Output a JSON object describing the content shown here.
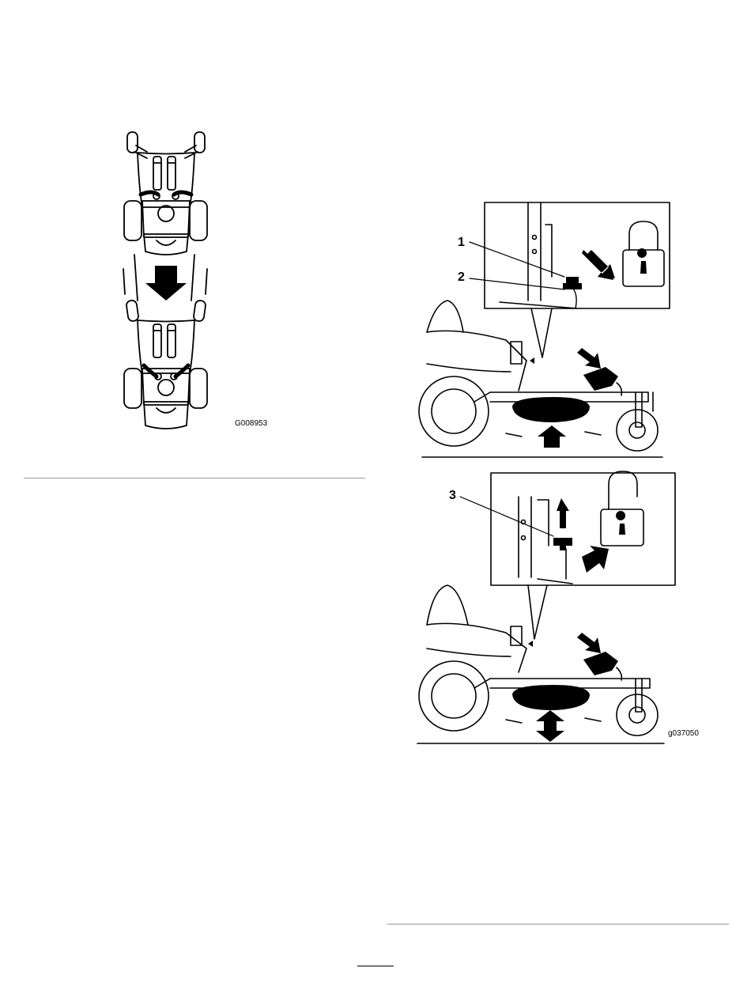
{
  "figures": {
    "left": {
      "code": "G008953"
    },
    "right": {
      "code": "g037050",
      "callouts": [
        "1",
        "2",
        "3"
      ]
    }
  }
}
